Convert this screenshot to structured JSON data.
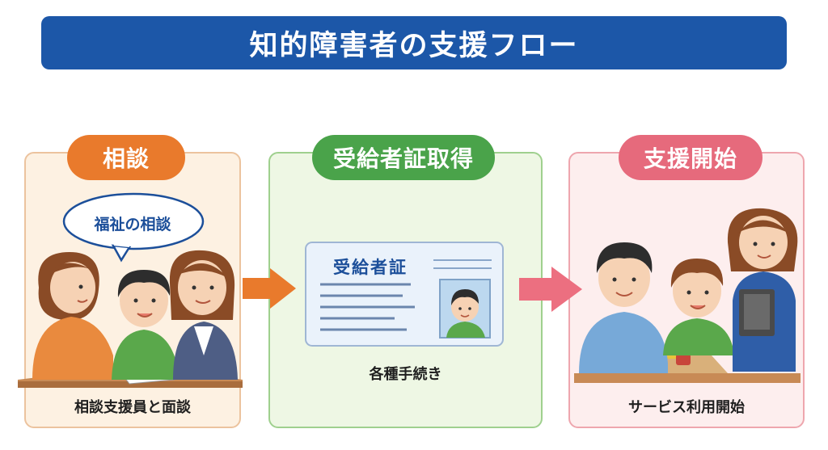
{
  "title": "知的障害者の支援フロー",
  "steps": [
    {
      "label": "相談",
      "caption": "相談支援員と面談",
      "bubble": "福祉の相談",
      "color": "#e97a2c"
    },
    {
      "label": "受給者証取得",
      "caption": "各種手続き",
      "card_title": "受給者証",
      "color": "#4aa34a"
    },
    {
      "label": "支援開始",
      "caption": "サービス利用開始",
      "color": "#e66a7c"
    }
  ],
  "colors": {
    "banner": "#1c57a8",
    "arrow_1": "#e97a2c",
    "arrow_2": "#ec6f80"
  }
}
